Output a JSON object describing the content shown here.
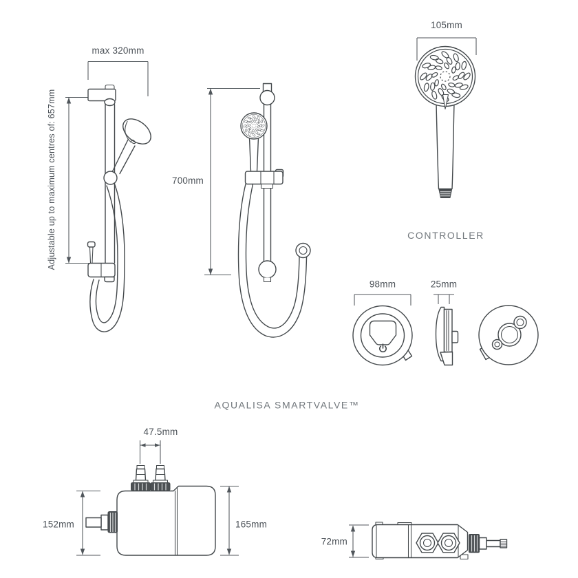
{
  "labels": {
    "controller": "CONTROLLER",
    "smartvalve": "AQUALISA SMARTVALVE™"
  },
  "dimensions": {
    "rail_max_width": "max 320mm",
    "rail_adjustable": "Adjustable up to maximum centres of: 657mm",
    "rail_height": "700mm",
    "handset_diameter": "105mm",
    "controller_diameter": "98mm",
    "controller_depth": "25mm",
    "valve_inlet_centres": "47.5mm",
    "valve_height_to_inlet": "152mm",
    "valve_height_overall": "165mm",
    "valve_depth": "72mm"
  },
  "colors": {
    "line": "#43484b",
    "dimension_text": "#4b5157",
    "label_text": "#71777c",
    "knurl_fill": "#4d5154",
    "background": "#ffffff"
  }
}
